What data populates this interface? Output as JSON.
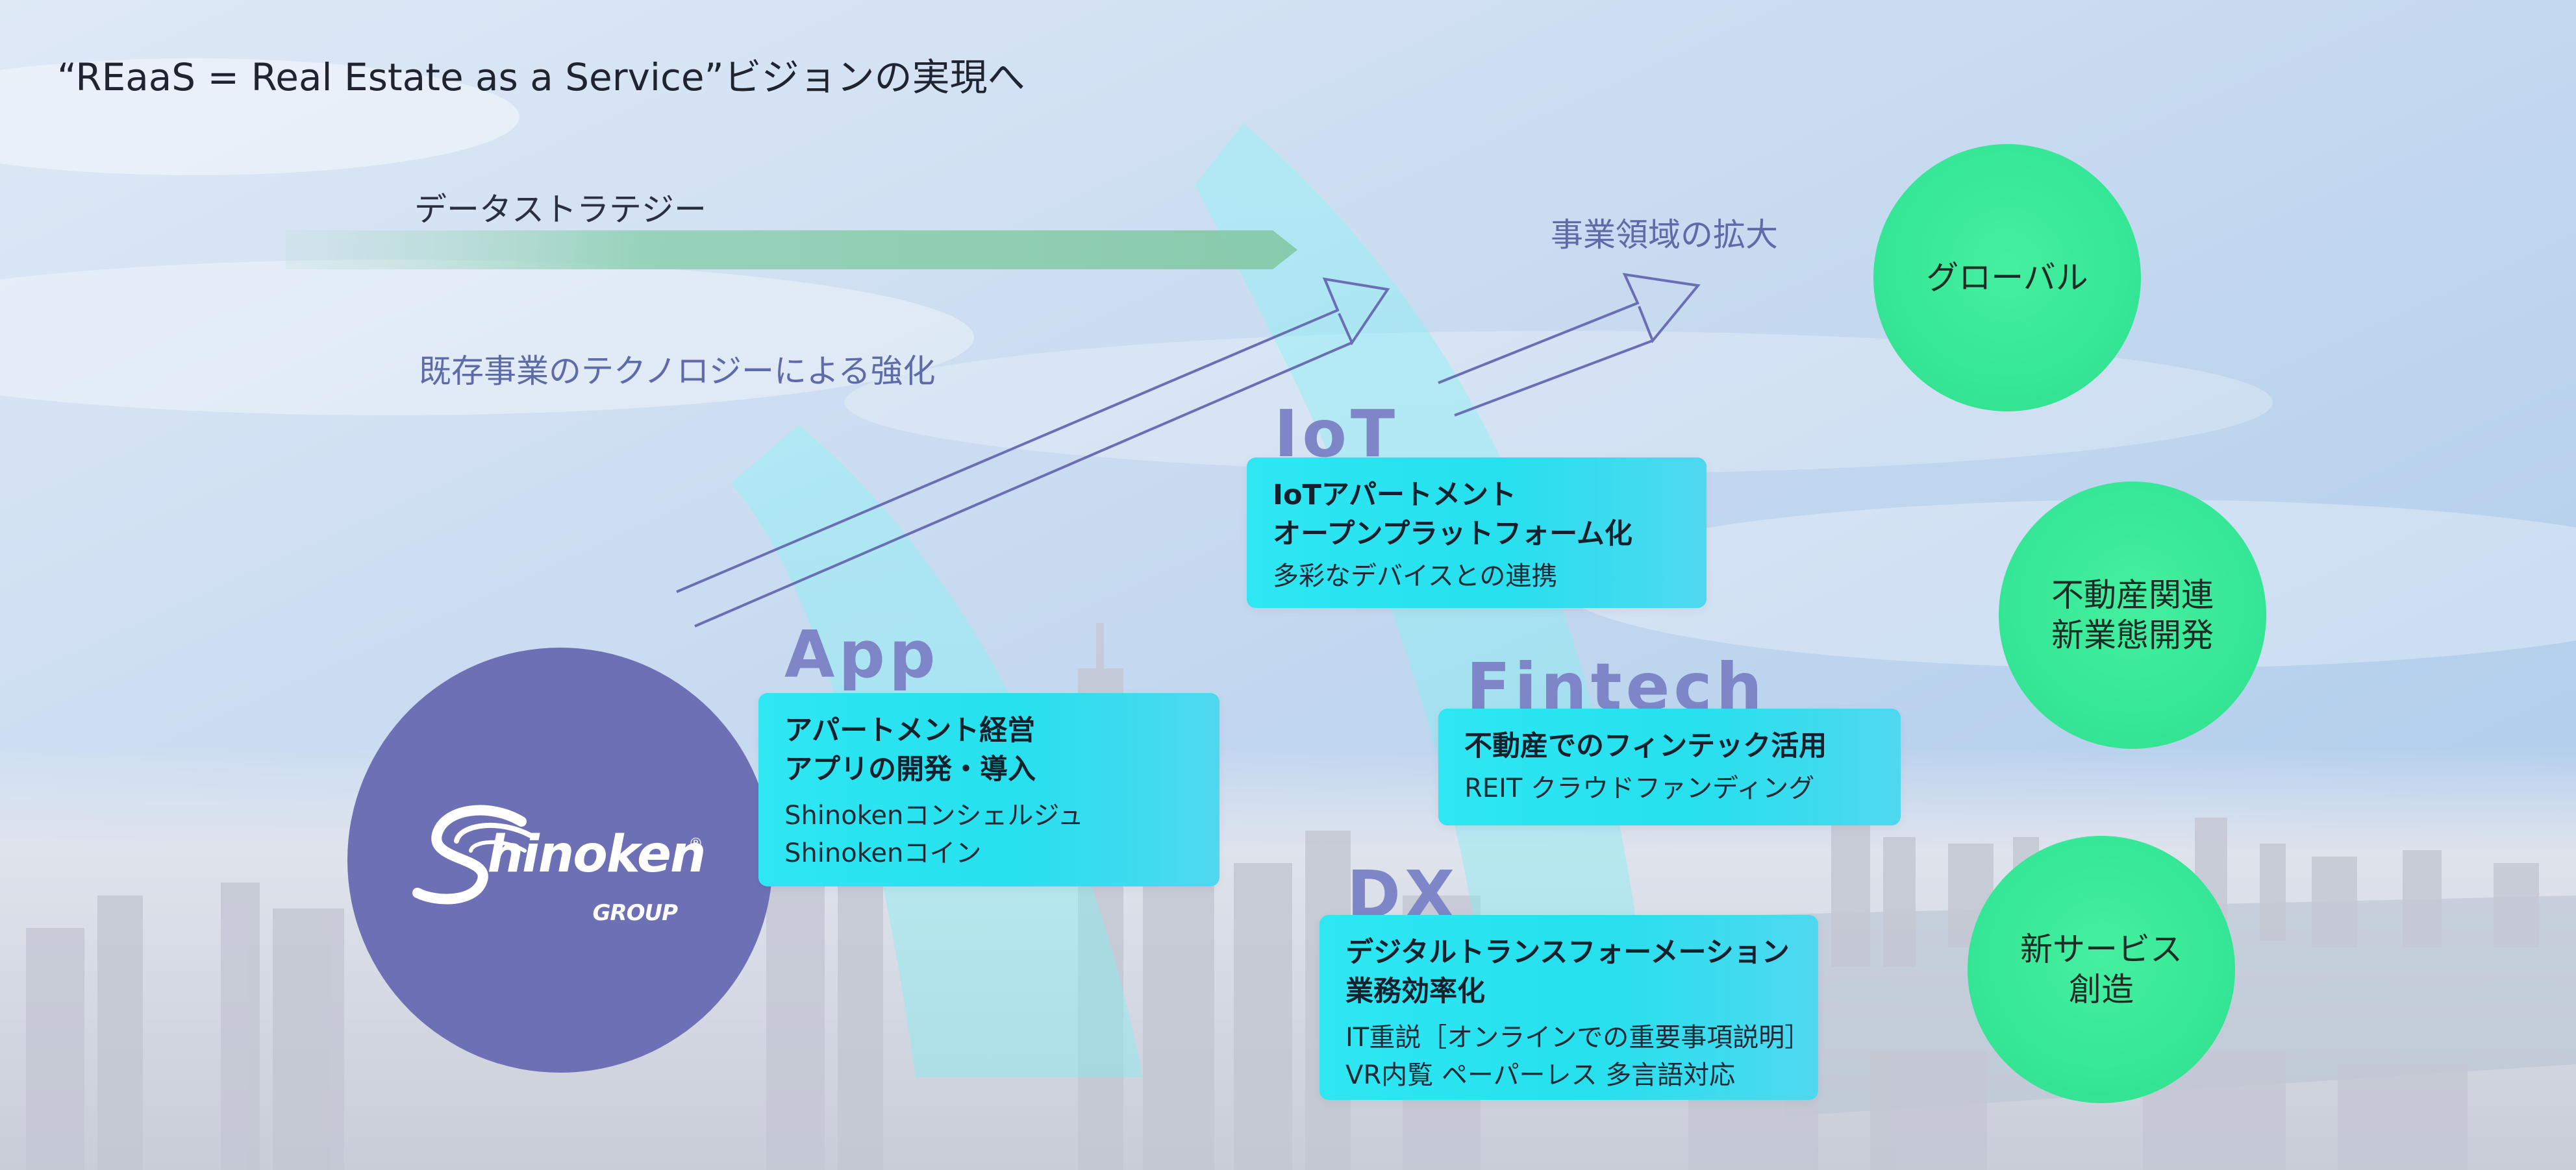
{
  "title": "“REaaS = Real Estate as a Service”ビジョンの実現へ",
  "labels": {
    "data_strategy": "データストラテジー",
    "tech_enhance": "既存事業のテクノロジーによる強化",
    "expansion": "事業領域の拡大"
  },
  "logo": {
    "main": "hinoken",
    "sub": "GROUP",
    "mark": "®"
  },
  "sections": {
    "app": {
      "category": "App",
      "heading": [
        "アパートメント経営",
        "アプリの開発・導入"
      ],
      "items": [
        "Shinokenコンシェルジュ",
        "Shinokenコイン"
      ]
    },
    "iot": {
      "category": "IoT",
      "heading": [
        "IoTアパートメント",
        "オープンプラットフォーム化"
      ],
      "items": [
        "多彩なデバイスとの連携"
      ]
    },
    "fintech": {
      "category": "Fintech",
      "heading": [
        "不動産でのフィンテック活用"
      ],
      "items": [
        "REIT  クラウドファンディング"
      ]
    },
    "dx": {
      "category": "DX",
      "heading": [
        "デジタルトランスフォーメーション",
        "業務効率化"
      ],
      "items": [
        "IT重説［オンラインでの重要事項説明］",
        "VR内覧  ペーパーレス  多言語対応"
      ]
    }
  },
  "circles": {
    "global": [
      "グローバル"
    ],
    "realestate": [
      "不動産関連",
      "新業態開発"
    ],
    "newservice": [
      "新サービス",
      "創造"
    ]
  },
  "colors": {
    "card": "#2ee7f3",
    "green": "#35e796",
    "logo": "#6d70b5",
    "arrow": "#6a6fb5",
    "strategy_bar": "#86cfaa"
  }
}
